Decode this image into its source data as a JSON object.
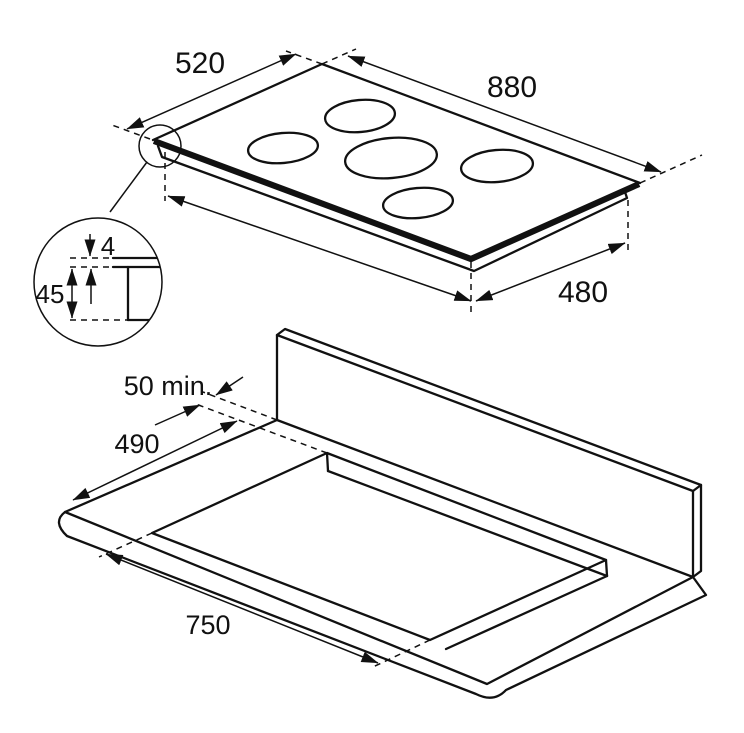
{
  "figure": {
    "kind": "hob-installation-technical-drawing",
    "burner_count": 5,
    "colors": {
      "line": "#111111",
      "background": "#ffffff"
    }
  },
  "labels": {
    "hob_depth": "520",
    "hob_width": "880",
    "hob_front_width": "480",
    "glass_thickness": "4",
    "body_depth": "45",
    "wall_clearance": "50 min.",
    "cutout_depth": "490",
    "cutout_length": "750"
  }
}
